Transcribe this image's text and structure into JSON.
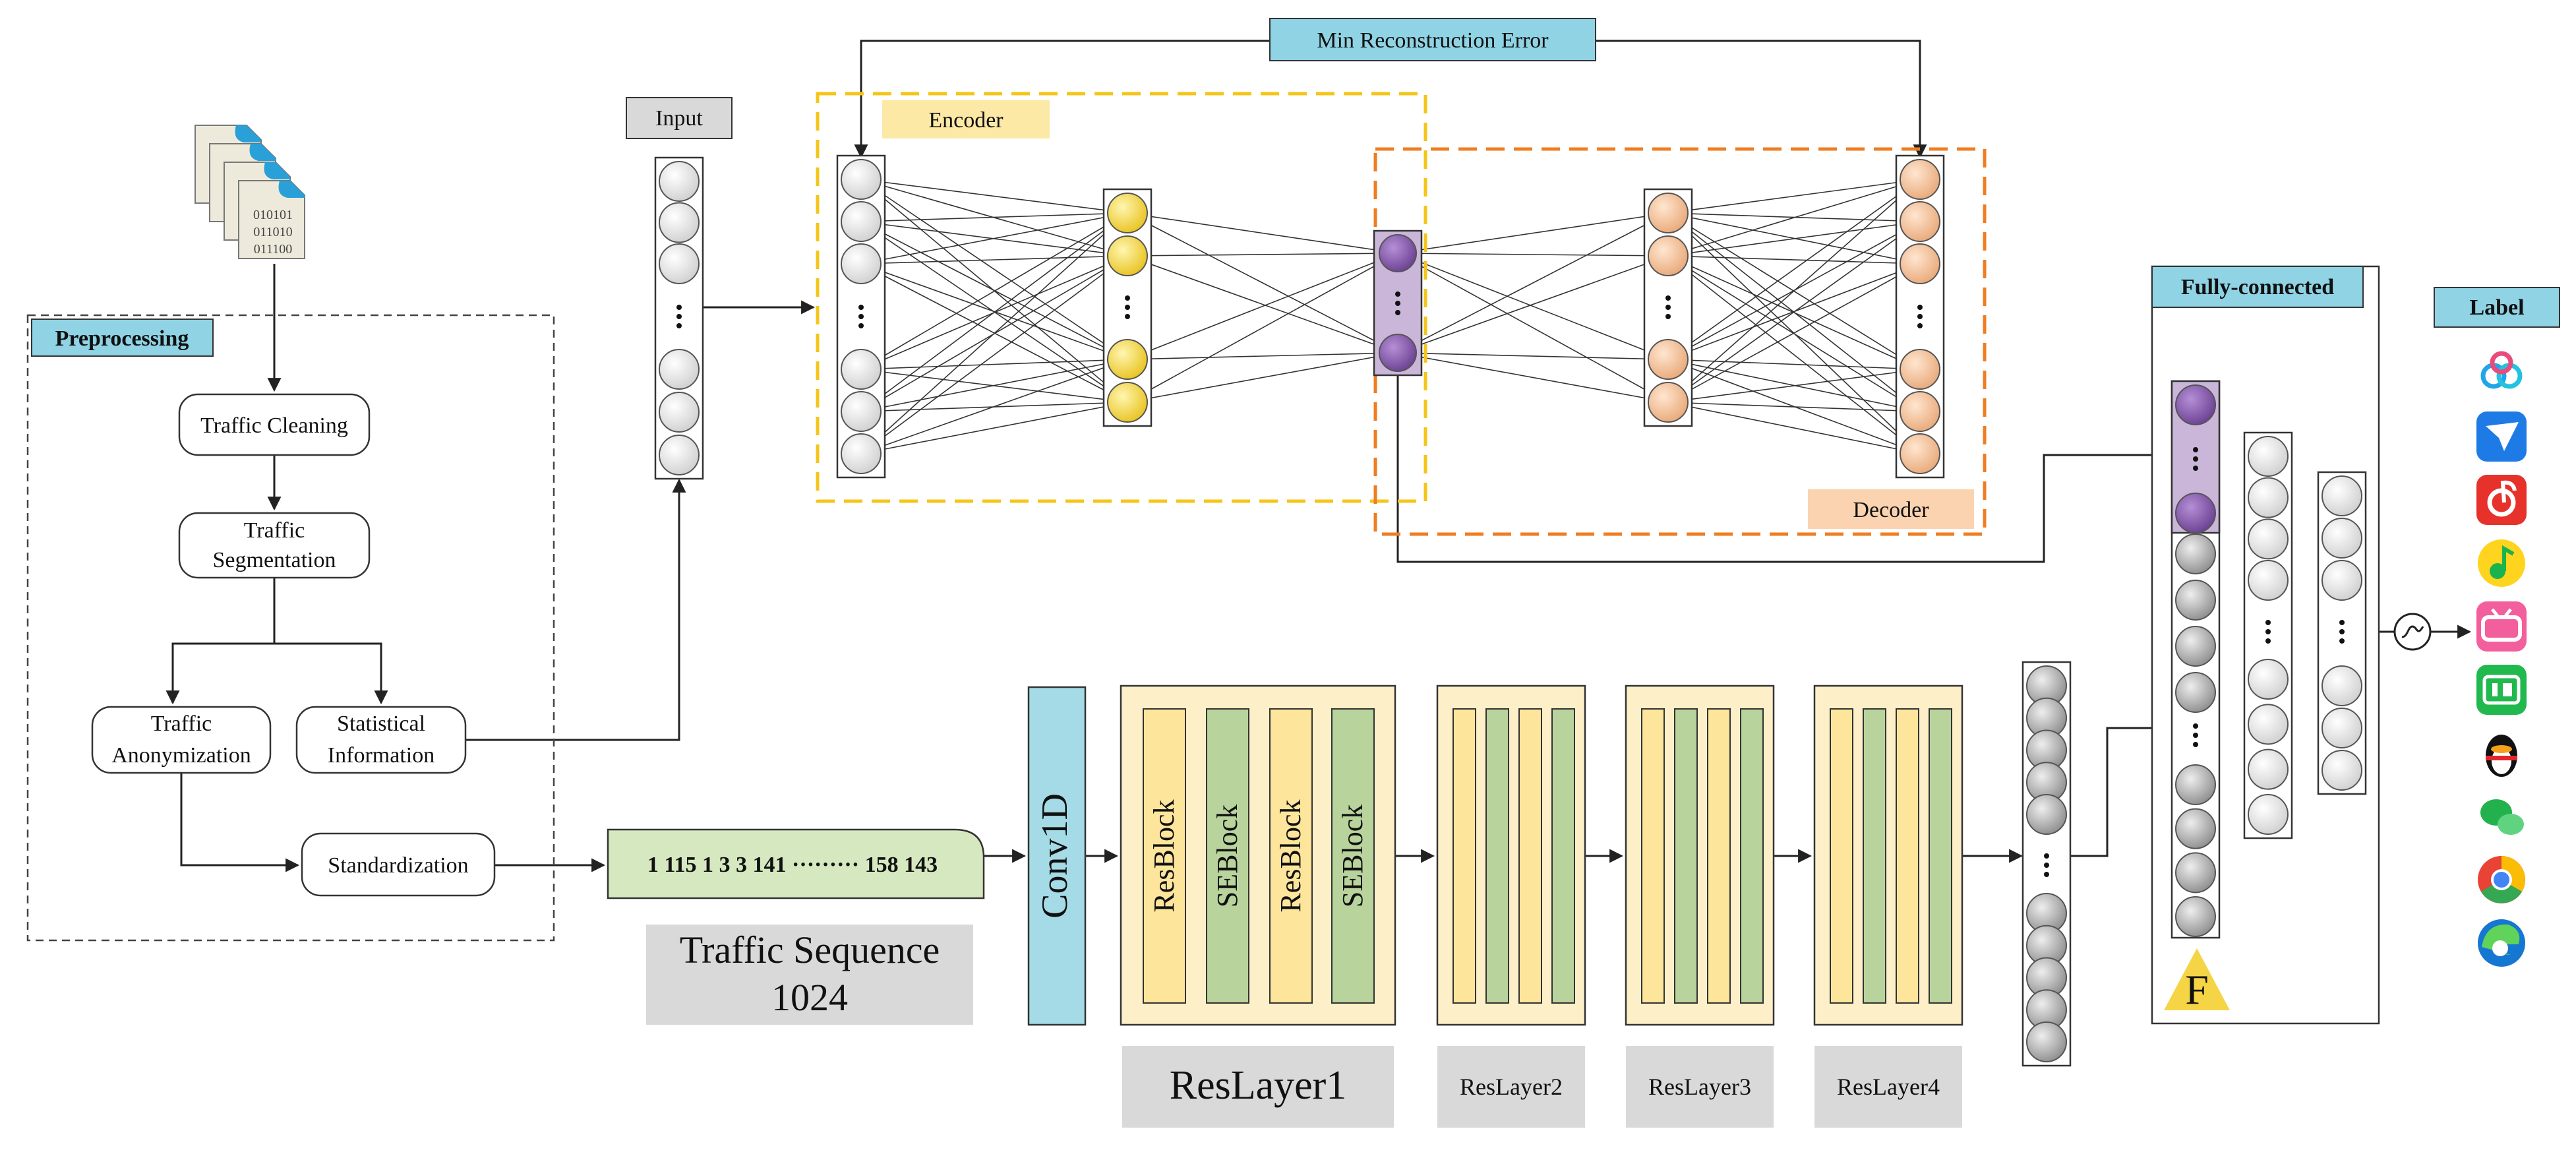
{
  "labels": {
    "preprocessing": "Preprocessing",
    "traffic_cleaning": "Traffic Cleaning",
    "traffic_segmentation": [
      "Traffic",
      "Segmentation"
    ],
    "traffic_anonymization": [
      "Traffic",
      "Anonymization"
    ],
    "statistical_information": [
      "Statistical",
      "Information"
    ],
    "standardization": "Standardization",
    "input": "Input",
    "encoder": "Encoder",
    "decoder": "Decoder",
    "min_reconstruction_error": "Min Reconstruction Error",
    "fully_connected": "Fully-connected",
    "label": "Label",
    "sequence_values": "1 115 1 3 3 141 ········· 158 143",
    "traffic_sequence": [
      "Traffic Sequence",
      "1024"
    ],
    "conv1d": "Conv1D",
    "resblock": "ResBlock",
    "seblock": "SEBlock",
    "reslayer1": "ResLayer1",
    "reslayer2": "ResLayer2",
    "reslayer3": "ResLayer3",
    "reslayer4": "ResLayer4",
    "f_symbol": "F",
    "binary_lines": [
      "010101",
      "011010",
      "011100"
    ]
  },
  "colors": {
    "encoder_border": "#f5c518",
    "decoder_border": "#ef7d22",
    "tag_cyan": "#8fd3e4",
    "tag_gray": "#d9d9d9",
    "encoder_tag": "#fde9a6",
    "decoder_tag": "#fbd3b0",
    "yellow_node": "#f7dc4a",
    "purple_node": "#8a5fae",
    "purple_bg": "#c9b6d9",
    "peach_node": "#f4c49c",
    "gray_node": "#a8a8a8",
    "resblock_fill": "#fde59c",
    "seblock_fill": "#b9d39c",
    "reslayer_bg": "#fdf0c9",
    "conv_fill": "#a4dbe6",
    "sequence_fill": "#d6e8c0"
  },
  "label_icons": [
    "baidu-netdisk-icon",
    "feishu-icon",
    "netease-music-icon",
    "qq-music-icon",
    "bilibili-icon",
    "iqiyi-icon",
    "qq-penguin-icon",
    "wechat-icon",
    "chrome-icon",
    "edge-icon"
  ]
}
